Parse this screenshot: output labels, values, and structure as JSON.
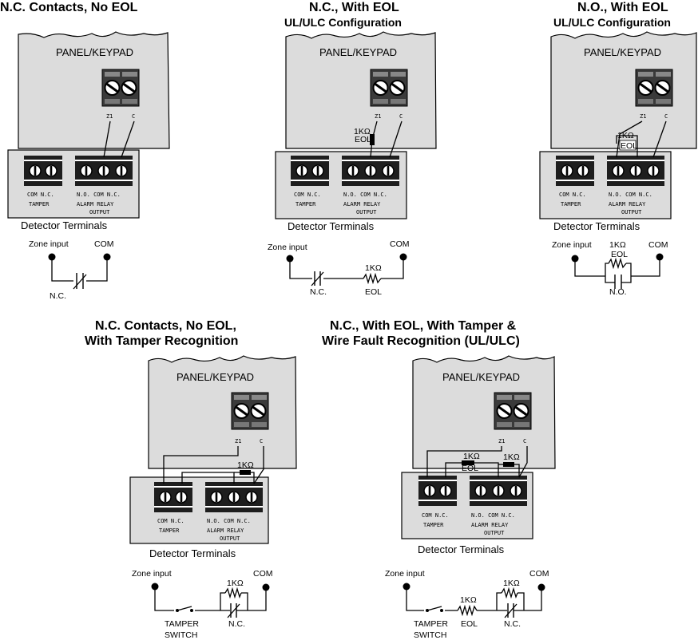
{
  "texts": {
    "d1_title": "N.C. Contacts,  No EOL",
    "d2_title1": "N.C., With EOL",
    "d2_title2": "UL/ULC Configuration",
    "d3_title1": "N.O., With EOL",
    "d3_title2": "UL/ULC Configuration",
    "d4_title1": "N.C. Contacts, No EOL,",
    "d4_title2": "With Tamper Recognition",
    "d5_title1": "N.C., With EOL, With Tamper &",
    "d5_title2": "Wire Fault Recognition (UL/ULC)",
    "panel": "PANEL/KEYPAD",
    "z1": "Z1",
    "c": "C",
    "detector_terminals": "Detector Terminals",
    "com_nc": "COM N.C.",
    "tamper": "TAMPER",
    "no_com_nc": "N.O. COM N.C.",
    "alarm_relay": "ALARM RELAY",
    "output": "OUTPUT",
    "zone_input": "Zone input",
    "com": "COM",
    "nc": "N.C.",
    "no": "N.O.",
    "r1k": "1KΩ",
    "eol": "EOL",
    "tamper_switch1": "TAMPER",
    "tamper_switch2": "SWITCH"
  }
}
